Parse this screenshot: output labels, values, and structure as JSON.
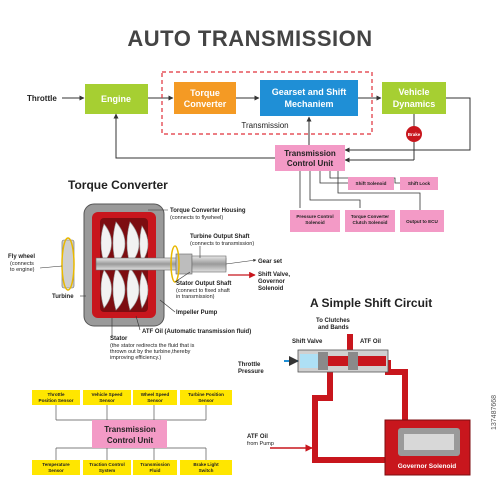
{
  "title": "AUTO TRANSMISSION",
  "flow": {
    "input": "Throttle",
    "engine": "Engine",
    "torque_converter": [
      "Torque",
      "Converter"
    ],
    "gearset": [
      "Gearset and Shift",
      "Mechaniem"
    ],
    "vehicle_dynamics": [
      "Vehicle",
      "Dynamics"
    ],
    "transmission_label": "Transmission",
    "brake": "Brake",
    "tcu": [
      "Transmission",
      "Control Unit"
    ],
    "outputs": [
      "Shift Solenoid",
      "Shift Lock",
      "Pressure Control Solenoid",
      "Torque Converter Clutch Solenoid",
      "Output to ECU"
    ]
  },
  "torque_converter": {
    "heading": "Torque Converter",
    "housing": [
      "Torque Converter Housing",
      "(connects to flywheel)"
    ],
    "turbine_output": [
      "Turbine Output Shaft",
      "(connects to transmission)"
    ],
    "gear_set": "Gear set",
    "shift_valve": [
      "Shift Valve,",
      "Governor",
      "Solenoid"
    ],
    "stator_output": [
      "Stator Output Shaft",
      "(connect to fixed shaft",
      "in transmission)"
    ],
    "impeller_pump": "Impeller Pump",
    "atf_oil": "ATF Oil (Automatic transmission fluid)",
    "stator": [
      "Stator",
      "(the stator redirects the fluid that is",
      "thrown out by the turbine,thereby",
      "improving efficiency.)"
    ],
    "fly_wheel": [
      "Fly wheel",
      "(connects",
      "to engine)"
    ],
    "turbine": "Turbine"
  },
  "shift_circuit": {
    "heading": "A Simple Shift Circuit",
    "to_clutches": [
      "To Clutches",
      "and Bands"
    ],
    "shift_valve": "Shift Valve",
    "atf_oil": "ATF Oil",
    "throttle_pressure": [
      "Throttle",
      "Pressure"
    ],
    "atf_from_pump": [
      "ATF Oil",
      "from Pump"
    ],
    "governor": "Governor Solenoid"
  },
  "tcu_diagram": {
    "inputs": [
      [
        "Throttle",
        "Position Sensor"
      ],
      [
        "Vehicle Speed",
        "Sensor"
      ],
      [
        "Wheel Speed",
        "Sensor"
      ],
      [
        "Turbine Position",
        "Sensor"
      ]
    ],
    "center": [
      "Transmission",
      "Control Unit"
    ],
    "bottom": [
      [
        "Temperature",
        "Sensor"
      ],
      [
        "Traction Control",
        "System"
      ],
      [
        "Transmission",
        "Fluid"
      ],
      [
        "Brake Light",
        "Switch"
      ]
    ]
  },
  "watermark": "137487668",
  "colors": {
    "green": "#a6cf32",
    "orange": "#f49a24",
    "blue": "#1f8fd6",
    "pink": "#f39ac6",
    "yellow": "#ffe600",
    "red": "#c8161d",
    "dashed_red": "#e0303a"
  }
}
